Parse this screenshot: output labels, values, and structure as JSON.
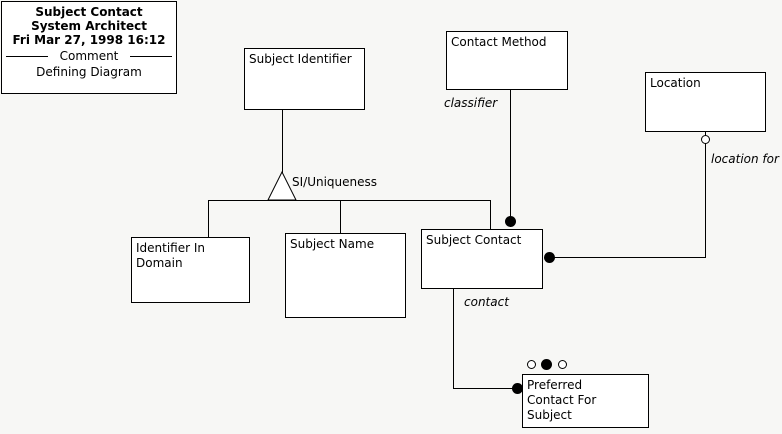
{
  "diagram": {
    "title_block": {
      "line1": "Subject Contact",
      "line2": "System Architect",
      "line3": "Fri Mar 27, 1998  16:12",
      "section_label": "Comment",
      "comment": "Defining Diagram"
    },
    "entities": [
      {
        "id": "subject-identifier",
        "label": "Subject Identifier"
      },
      {
        "id": "contact-method",
        "label": "Contact Method"
      },
      {
        "id": "location",
        "label": "Location"
      },
      {
        "id": "identifier-in-domain",
        "label": "Identifier In\nDomain"
      },
      {
        "id": "subject-name",
        "label": "Subject Name"
      },
      {
        "id": "subject-contact",
        "label": "Subject Contact"
      },
      {
        "id": "preferred-contact-for-subject",
        "label": "Preferred\nContact For\nSubject"
      }
    ],
    "relationship_labels": {
      "generalization": "SI/Uniqueness",
      "classifier": "classifier",
      "location_for": "location for",
      "contact": "contact"
    },
    "colors": {
      "background": "#f7f7f5",
      "line": "#000000",
      "box_fill": "#ffffff",
      "text": "#000000"
    }
  }
}
